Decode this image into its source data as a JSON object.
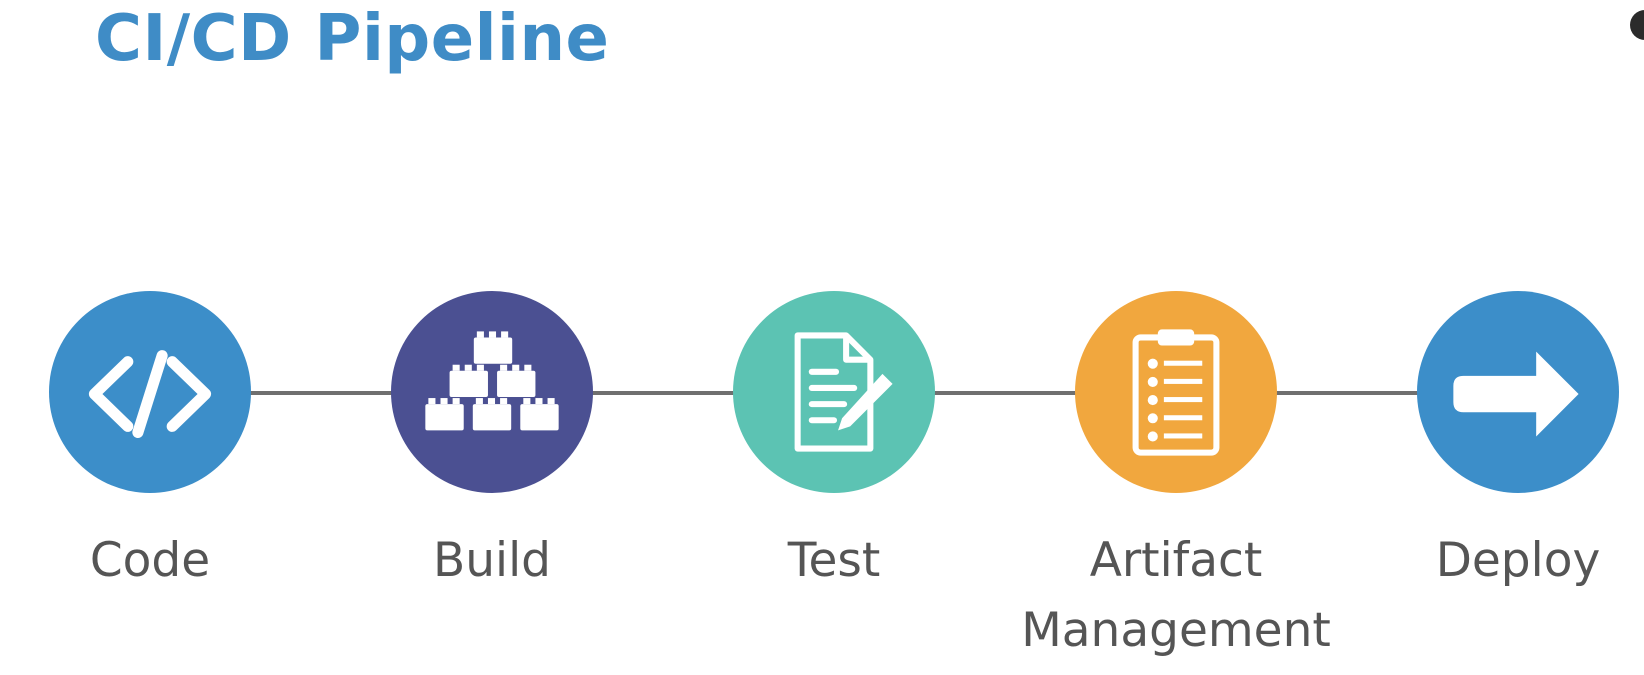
{
  "title": "CI/CD Pipeline",
  "stages": [
    {
      "label_lines": [
        "Code"
      ],
      "color": "#3c8ec9",
      "icon": "code-brackets-icon"
    },
    {
      "label_lines": [
        "Build"
      ],
      "color": "#4b5092",
      "icon": "stacked-blocks-icon"
    },
    {
      "label_lines": [
        "Test"
      ],
      "color": "#5cc3b3",
      "icon": "document-pencil-icon"
    },
    {
      "label_lines": [
        "Artifact",
        "Management"
      ],
      "color": "#f1a73e",
      "icon": "clipboard-checklist-icon"
    },
    {
      "label_lines": [
        "Deploy"
      ],
      "color": "#3c8ec9",
      "icon": "right-arrow-icon"
    }
  ],
  "connector_color": "#6f6f6f"
}
